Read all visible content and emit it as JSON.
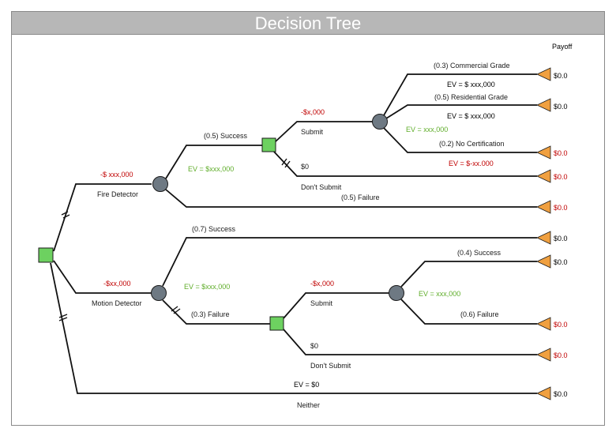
{
  "title": "Decision Tree",
  "payoff_header": "Payoff",
  "branches": {
    "fire_detector": {
      "label": "Fire Detector",
      "cost": "-$ xxx,000",
      "ev": "EV = $xxx,000"
    },
    "motion_detector": {
      "label": "Motion Detector",
      "cost": "-$xx,000",
      "ev": "EV = $xxx,000"
    },
    "neither": {
      "label": "Neither",
      "ev": "EV = $0"
    },
    "fd_success": {
      "label": "(0.5) Success"
    },
    "fd_failure": {
      "label": "(0.5) Failure"
    },
    "fd_submit": {
      "label": "Submit",
      "cost": "-$x,000",
      "ev": "EV = xxx,000"
    },
    "fd_dont_submit": {
      "label": "Don't Submit",
      "cost": "$0"
    },
    "commercial": {
      "label": "(0.3) Commercial Grade",
      "ev": "EV = $ xxx,000"
    },
    "residential": {
      "label": "(0.5) Residential Grade",
      "ev": "EV = $ xxx,000"
    },
    "no_cert": {
      "label": "(0.2) No Certification",
      "ev": "EV = $-xx.000"
    },
    "md_success": {
      "label": "(0.7) Success"
    },
    "md_failure": {
      "label": "(0.3) Failure"
    },
    "md_submit": {
      "label": "Submit",
      "cost": "-$x,000",
      "ev": "EV = xxx,000"
    },
    "md_dont_submit": {
      "label": "Don't Submit",
      "cost": "$0"
    },
    "md_sub_success": {
      "label": "(0.4) Success"
    },
    "md_sub_failure": {
      "label": "(0.6) Failure"
    }
  },
  "payoffs": [
    "$0.0",
    "$0.0",
    "$0.0",
    "$0.0",
    "$0.0",
    "$0.0",
    "$0.0",
    "$0.0",
    "$0.0",
    "$0.0"
  ],
  "colors": {
    "decision_node": "#6dd160",
    "chance_node": "#6e7983",
    "end_node": "#f0a040",
    "ev_green": "#5fad2a",
    "cost_red": "#c00000",
    "title_bar": "#b7b7b7"
  }
}
